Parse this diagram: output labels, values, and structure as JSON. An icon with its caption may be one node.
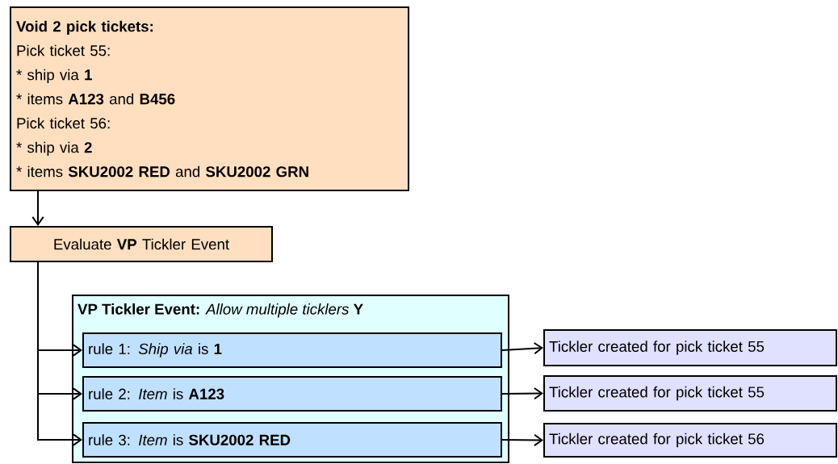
{
  "diagram": {
    "nodes": [
      {
        "text": [
          "Void 2 pick tickets:",
          "Pick ticket 55:",
          "* ship via **1**",
          "* items **A123** and **B456**",
          "Pick ticket 56:",
          "* ship via **2**",
          "* items **SKU2002 RED** and **SKU2002 GRN**"
        ]
      },
      {
        "text": [
          "Evaluate **VP** Tickler Event"
        ]
      },
      {
        "text": [
          "**VP Tickler Event:** *Allow multiple ticklers* **Y**"
        ]
      },
      {
        "text": [
          "rule 1: *Ship via* is **1**"
        ],
        "in": 2
      },
      {
        "text": [
          "rule 2: *Item* is **A123**"
        ],
        "in": 2
      },
      {
        "text": [
          "rule 3: *Item* is **SKU2002 RED**"
        ],
        "in": 2
      },
      {
        "text": [
          "Tickler created for pick ticket 55"
        ]
      },
      {
        "text": [
          "Tickler created for pick ticket 55"
        ]
      },
      {
        "text": [
          "Tickler created for pick ticket 56"
        ]
      }
    ],
    "edges": [
      {
        "from": 0,
        "to": 1,
        "arrow": "to"
      },
      {
        "from": 1,
        "to": 3,
        "arrow": "to"
      },
      {
        "from": 1,
        "to": 4,
        "arrow": "to"
      },
      {
        "from": 1,
        "to": 5,
        "arrow": "to"
      },
      {
        "from": 3,
        "to": 6,
        "arrow": "to"
      },
      {
        "from": 4,
        "to": 7,
        "arrow": "to"
      },
      {
        "from": 5,
        "to": 8,
        "arrow": "to"
      }
    ]
  }
}
